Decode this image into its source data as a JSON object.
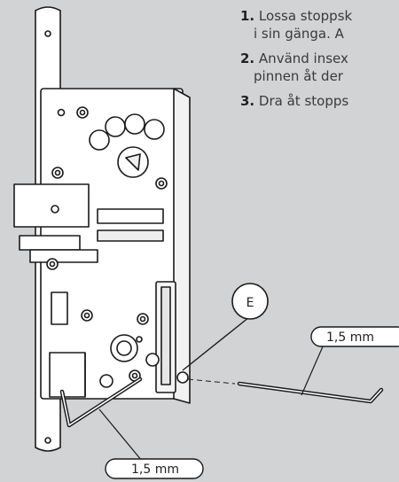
{
  "instructions": [
    {
      "num": "1.",
      "line1": "Lossa stoppsk",
      "line2": "i sin gänga. A"
    },
    {
      "num": "2.",
      "line1": "Använd insex",
      "line2": "pinnen åt der"
    },
    {
      "num": "3.",
      "line1": "Dra åt stopps",
      "line2": ""
    }
  ],
  "callout": {
    "letter": "E"
  },
  "dimensions": {
    "right": "1,5 mm",
    "bottom": "1,5 mm"
  },
  "colors": {
    "background": "#d1d3d4",
    "line": "#1a1a1a",
    "part": "#ffffff"
  }
}
